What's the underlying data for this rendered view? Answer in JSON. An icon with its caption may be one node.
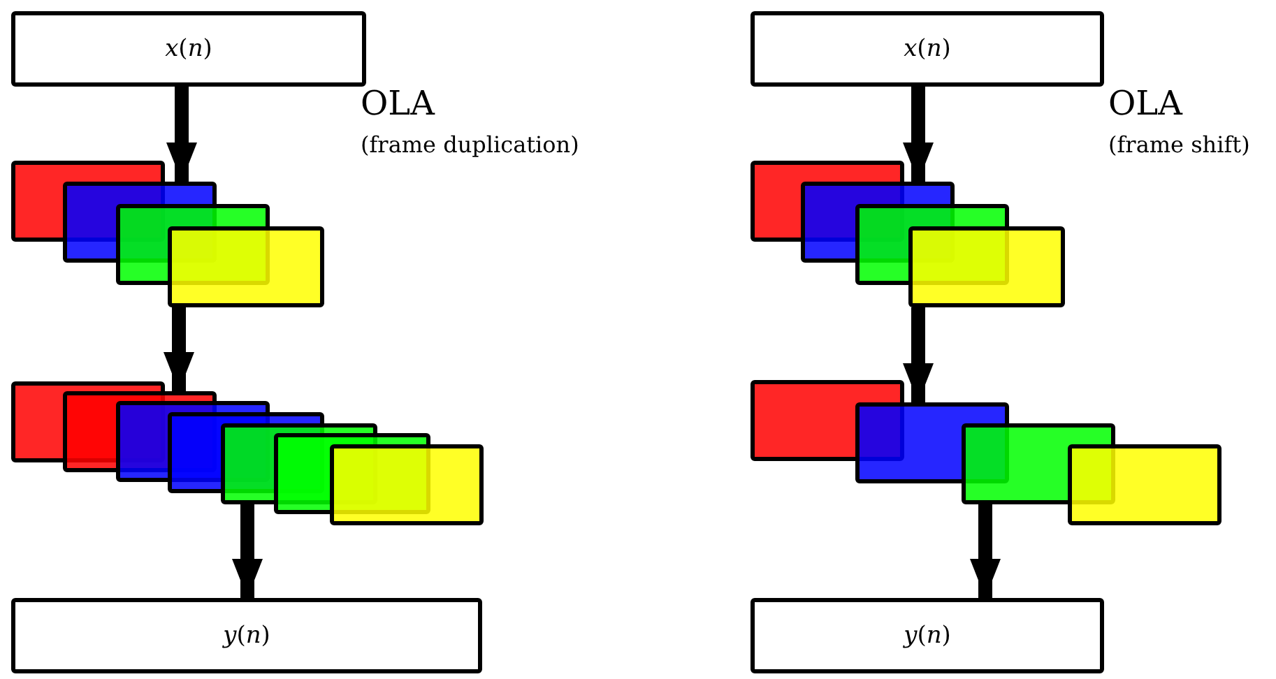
{
  "diagram": {
    "nodes": [
      {
        "text": [
          "*x*(*n*)"
        ]
      },
      {
        "text": [],
        "shape": "box"
      },
      {
        "text": [],
        "shape": "box"
      },
      {
        "text": [],
        "shape": "box"
      },
      {
        "text": [],
        "shape": "box"
      },
      {
        "text": [],
        "shape": "box"
      },
      {
        "text": [],
        "shape": "box"
      },
      {
        "text": [],
        "shape": "box"
      },
      {
        "text": [],
        "shape": "box"
      },
      {
        "text": [],
        "shape": "box"
      },
      {
        "text": [],
        "shape": "box"
      },
      {
        "text": [],
        "shape": "box"
      },
      {
        "text": [
          "*y*(*n*)"
        ]
      },
      {
        "text": [
          "*x*(*n*)"
        ]
      },
      {
        "text": [],
        "shape": "box"
      },
      {
        "text": [],
        "shape": "box"
      },
      {
        "text": [],
        "shape": "box"
      },
      {
        "text": [],
        "shape": "box"
      },
      {
        "text": [],
        "shape": "box"
      },
      {
        "text": [],
        "shape": "box"
      },
      {
        "text": [],
        "shape": "box"
      },
      {
        "text": [],
        "shape": "box"
      },
      {
        "text": [
          "*y*(*n*)"
        ]
      }
    ],
    "edges": [
      {
        "from": 0,
        "to": 2,
        "arrow": "to"
      },
      {
        "from": 4,
        "to": 6,
        "arrow": "to"
      },
      {
        "from": 9,
        "to": 12,
        "arrow": "to"
      },
      {
        "from": 13,
        "to": 15,
        "arrow": "to"
      },
      {
        "from": 17,
        "to": 19,
        "arrow": "to"
      },
      {
        "from": 20,
        "to": 22,
        "arrow": "to"
      }
    ],
    "labels": [
      "OLA",
      "(frame duplication)",
      "OLA",
      "(frame shift)"
    ]
  }
}
